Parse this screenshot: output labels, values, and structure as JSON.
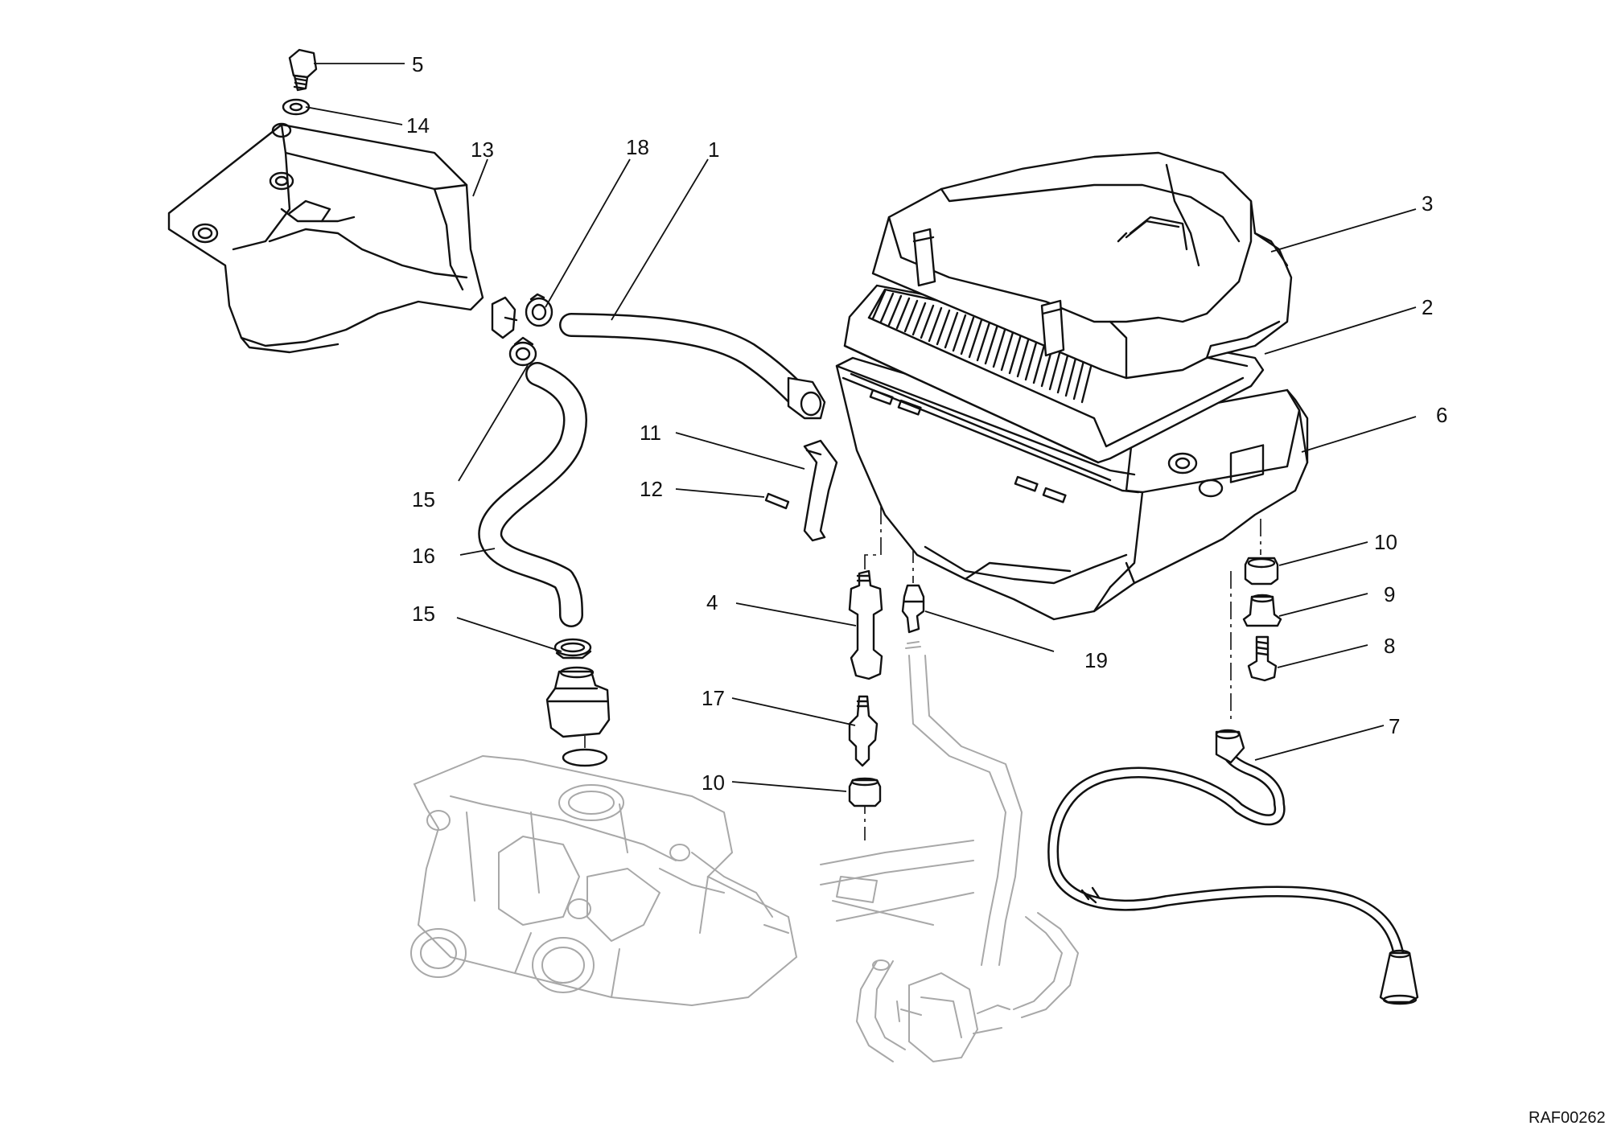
{
  "drawing_code": "RAF00262",
  "callouts": {
    "c1": "1",
    "c2": "2",
    "c3": "3",
    "c4": "4",
    "c5": "5",
    "c6": "6",
    "c7": "7",
    "c8": "8",
    "c9": "9",
    "c10a": "10",
    "c10b": "10",
    "c11": "11",
    "c12": "12",
    "c13": "13",
    "c14": "14",
    "c15a": "15",
    "c15b": "15",
    "c16": "16",
    "c17": "17",
    "c18": "18",
    "c19": "19"
  }
}
